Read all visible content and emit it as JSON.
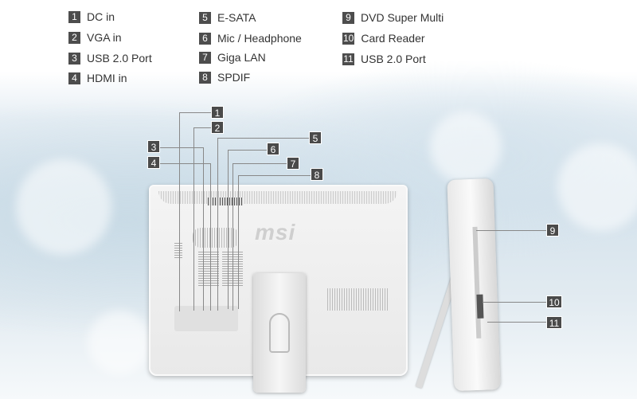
{
  "legend": [
    {
      "num": "1",
      "label": "DC in"
    },
    {
      "num": "2",
      "label": "VGA in"
    },
    {
      "num": "3",
      "label": "USB 2.0 Port"
    },
    {
      "num": "4",
      "label": "HDMI in"
    },
    {
      "num": "5",
      "label": "E-SATA"
    },
    {
      "num": "6",
      "label": "Mic / Headphone"
    },
    {
      "num": "7",
      "label": "Giga LAN"
    },
    {
      "num": "8",
      "label": "SPDIF"
    },
    {
      "num": "9",
      "label": "DVD Super Multi"
    },
    {
      "num": "10",
      "label": "Card Reader"
    },
    {
      "num": "11",
      "label": "USB 2.0 Port"
    }
  ],
  "logo": "msi",
  "colors": {
    "callout": "#4a4a4a",
    "text": "#333333"
  }
}
